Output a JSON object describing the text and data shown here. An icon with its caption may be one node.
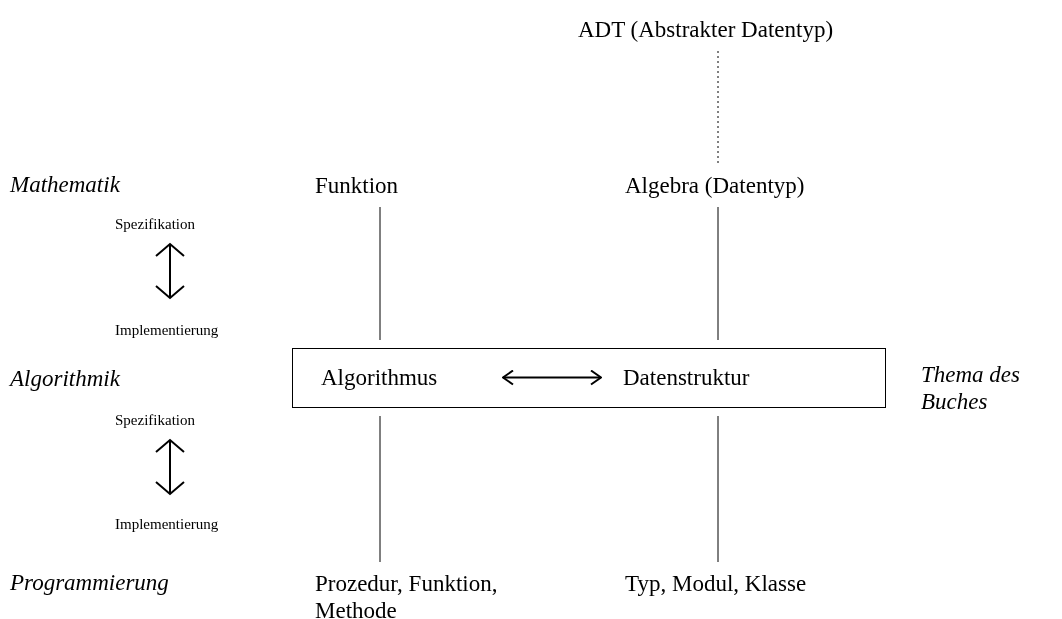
{
  "diagram": {
    "nodes": [
      {
        "text": [
          "ADT (Abstrakter Datentyp)"
        ]
      },
      {
        "text": [
          "Funktion"
        ]
      },
      {
        "text": [
          "Algebra (Datentyp)"
        ]
      },
      {
        "text": [],
        "shape": "box",
        "beside": [
          "Thema des Buches"
        ]
      },
      {
        "text": [
          "Algorithmus"
        ],
        "in": 3
      },
      {
        "text": [
          "Datenstruktur"
        ],
        "in": 3
      },
      {
        "text": [
          "Prozedur, Funktion, Methode"
        ]
      },
      {
        "text": [
          "Typ, Modul, Klasse"
        ]
      }
    ],
    "edges": [
      {
        "from": 0,
        "to": 2,
        "arrow": "none",
        "style": "dashed"
      },
      {
        "from": 1,
        "to": 4,
        "arrow": "none"
      },
      {
        "from": 2,
        "to": 5,
        "arrow": "none"
      },
      {
        "from": 4,
        "to": 5,
        "arrow": "both"
      },
      {
        "from": 4,
        "to": 6,
        "arrow": "none"
      },
      {
        "from": 5,
        "to": 7,
        "arrow": "none"
      }
    ],
    "labels": [
      "Mathematik",
      "Spezifikation",
      "Implementierung",
      "Algorithmik",
      "Spezifikation",
      "Implementierung",
      "Programmierung"
    ]
  }
}
